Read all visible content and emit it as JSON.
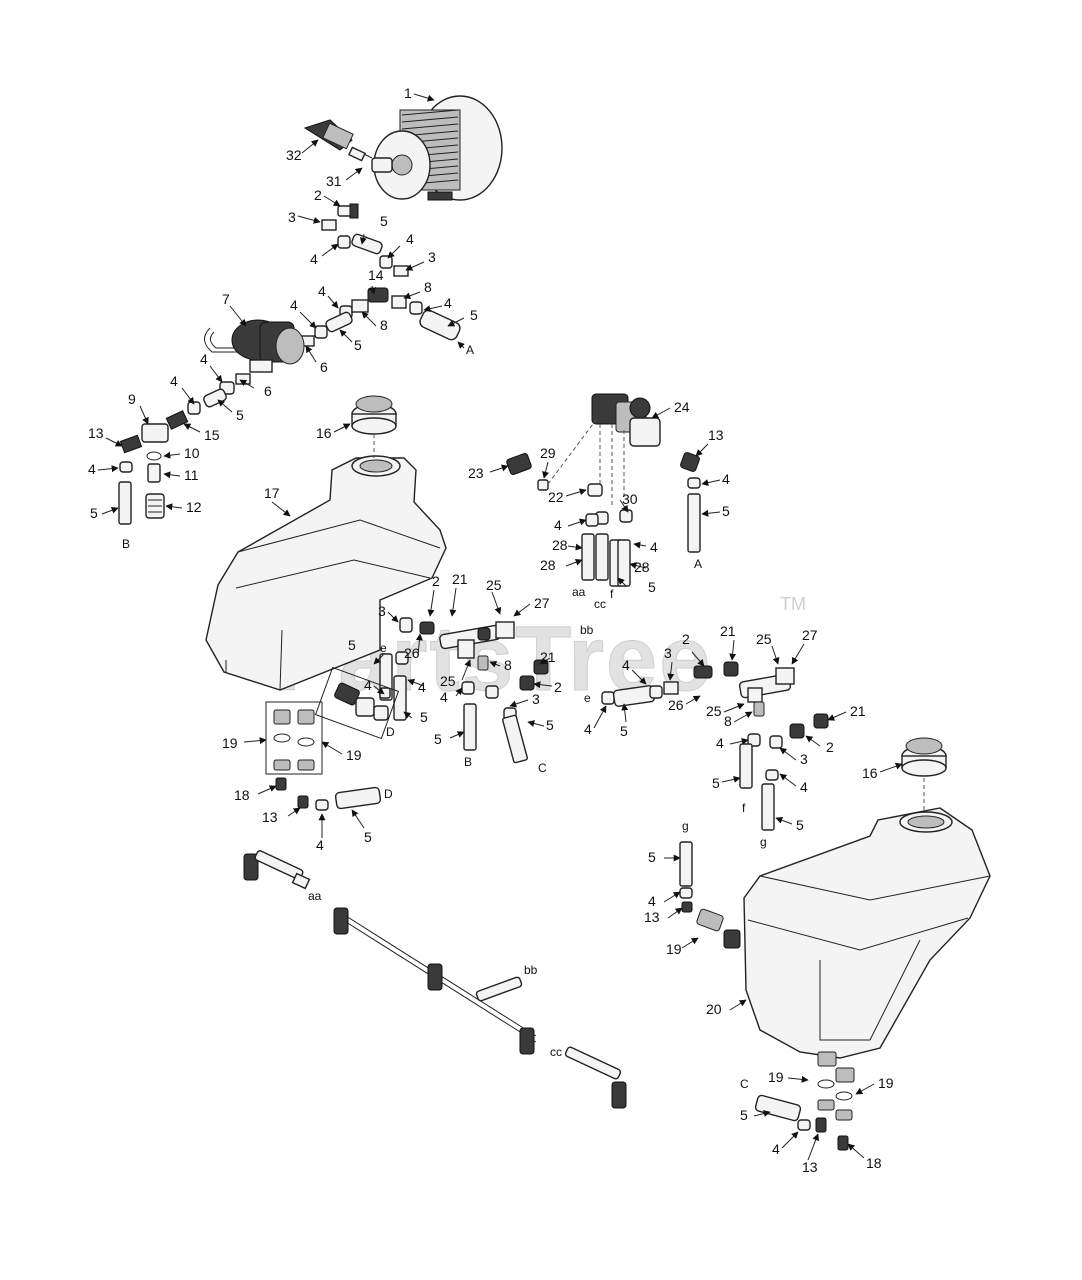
{
  "watermark": {
    "text": "PartsTree",
    "mark": "TM"
  },
  "callouts": {
    "c1": "1",
    "c2a": "2",
    "c2b": "2",
    "c2c": "2",
    "c2d": "2",
    "c2e": "2",
    "c3a": "3",
    "c3b": "3",
    "c3c": "3",
    "c3d": "3",
    "c3e": "3",
    "c3f": "3",
    "c3g": "3",
    "c4a": "4",
    "c4b": "4",
    "c4c": "4",
    "c4d": "4",
    "c4e": "4",
    "c4f": "4",
    "c4g": "4",
    "c4h": "4",
    "c4i": "4",
    "c4j": "4",
    "c4k": "4",
    "c4l": "4",
    "c4m": "4",
    "c4n": "4",
    "c4o": "4",
    "c4p": "4",
    "c4q": "4",
    "c4r": "4",
    "c4s": "4",
    "c4t": "4",
    "c4u": "4",
    "c5a": "5",
    "c5b": "5",
    "c5c": "5",
    "c5d": "5",
    "c5e": "5",
    "c5f": "5",
    "c5g": "5",
    "c5h": "5",
    "c5i": "5",
    "c5j": "5",
    "c5k": "5",
    "c5l": "5",
    "c5m": "5",
    "c5n": "5",
    "c5o": "5",
    "c5p": "5",
    "c5q": "5",
    "c5r": "5",
    "c6a": "6",
    "c6b": "6",
    "c7": "7",
    "c8a": "8",
    "c8b": "8",
    "c8c": "8",
    "c8d": "8",
    "c9": "9",
    "c10": "10",
    "c11": "11",
    "c12": "12",
    "c13a": "13",
    "c13b": "13",
    "c13c": "13",
    "c13d": "13",
    "c13e": "13",
    "c14": "14",
    "c15": "15",
    "c16a": "16",
    "c16b": "16",
    "c17": "17",
    "c18a": "18",
    "c18b": "18",
    "c19a": "19",
    "c19b": "19",
    "c19c": "19",
    "c19d": "19",
    "c19e": "19",
    "c19f": "19",
    "c20": "20",
    "c21a": "21",
    "c21b": "21",
    "c21c": "21",
    "c21d": "21",
    "c21e": "21",
    "c22": "22",
    "c23": "23",
    "c24": "24",
    "c25a": "25",
    "c25b": "25",
    "c25c": "25",
    "c25d": "25",
    "c26a": "26",
    "c26b": "26",
    "c27a": "27",
    "c27b": "27",
    "c28a": "28",
    "c28b": "28",
    "c28c": "28",
    "c29": "29",
    "c30": "30",
    "c31": "31",
    "c32": "32"
  },
  "refs": {
    "A1": "A",
    "A2": "A",
    "B1": "B",
    "B2": "B",
    "C1": "C",
    "C2": "C",
    "D1": "D",
    "D2": "D",
    "e1": "e",
    "e2": "e",
    "f1": "f",
    "f2": "f",
    "g1": "g",
    "g2": "g",
    "aa1": "aa",
    "aa2": "aa",
    "bb1": "bb",
    "bb2": "bb",
    "cc1": "cc",
    "cc2": "cc"
  }
}
